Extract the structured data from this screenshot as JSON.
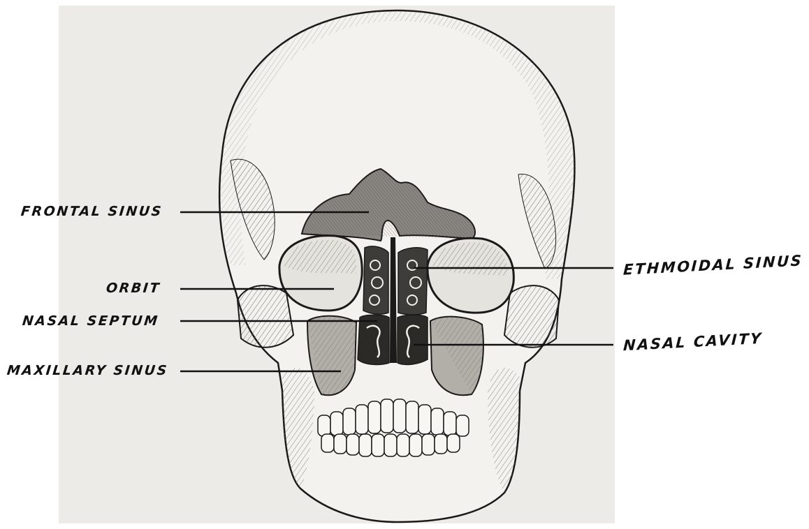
{
  "labels": {
    "frontal_sinus": "FRONTAL SINUS",
    "orbit": "ORBIT",
    "nasal_septum": "NASAL SEPTUM",
    "maxillary_sinus": "MAXILLARY SINUS",
    "ethmoidal_sinus": "ETHMOIDAL SINUS",
    "nasal_cavity": "NASAL CAVITY"
  },
  "colors": {
    "ink": "#111111",
    "paper": "#ecebe7",
    "bone_shade": "#b9b6b0",
    "sinus_shade": "#7d7a76"
  }
}
